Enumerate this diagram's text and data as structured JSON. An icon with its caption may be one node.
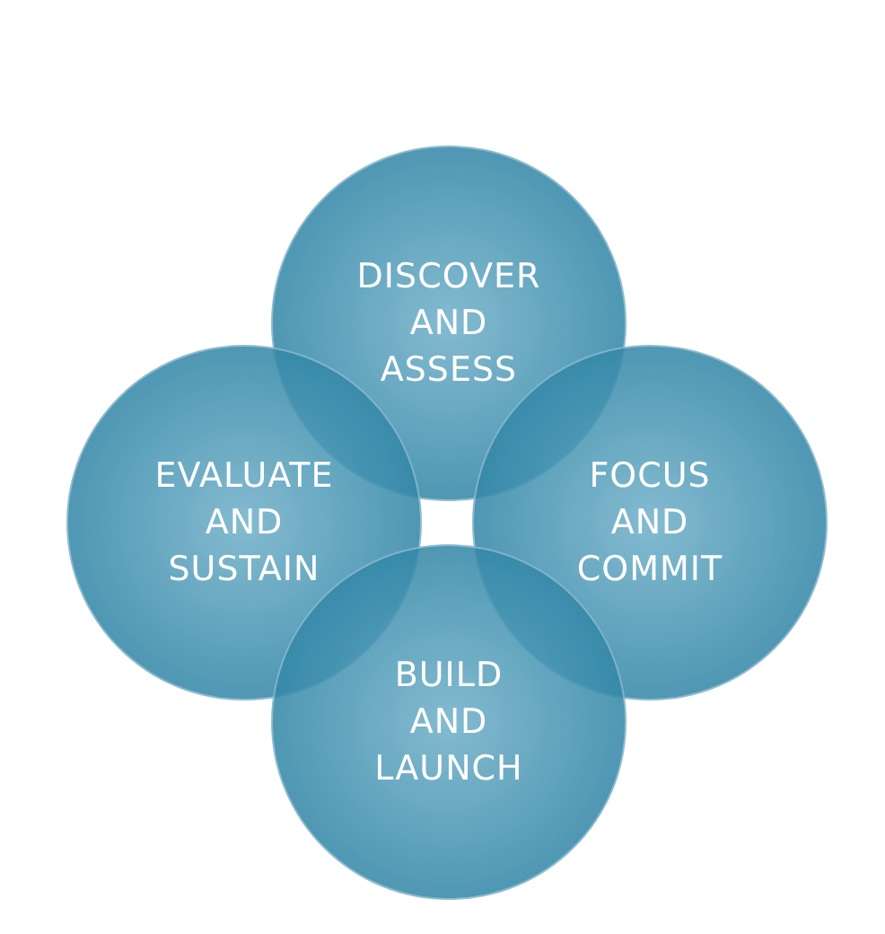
{
  "diagram": {
    "nodes": [
      {
        "text": [
          "DISCOVER AND ASSESS"
        ]
      },
      {
        "text": [
          "EVALUATE AND SUSTAIN"
        ]
      },
      {
        "text": [
          "FOCUS AND COMMIT"
        ]
      },
      {
        "text": [
          "BUILD AND LAUNCH"
        ]
      }
    ],
    "edges": []
  }
}
